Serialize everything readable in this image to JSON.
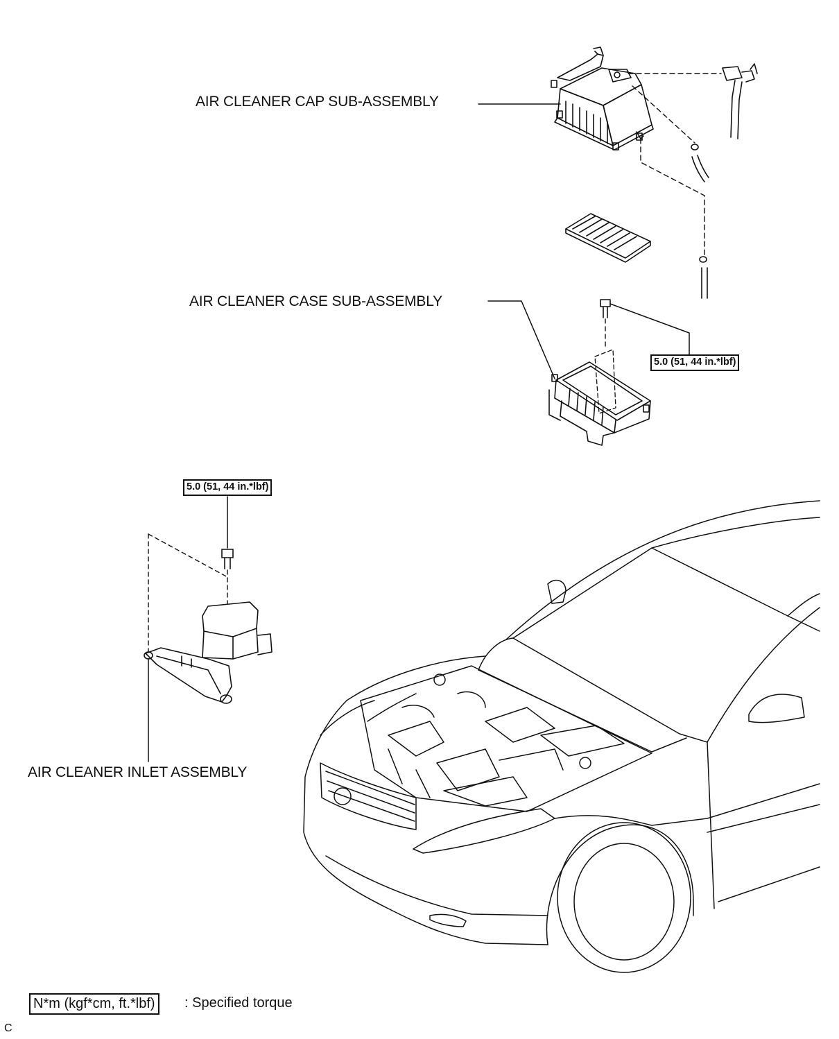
{
  "labels": {
    "cap": "AIR CLEANER CAP SUB-ASSEMBLY",
    "case": "AIR CLEANER CASE SUB-ASSEMBLY",
    "inlet": "AIR CLEANER INLET ASSEMBLY"
  },
  "torque": {
    "case_bolt": "5.0 (51, 44 in.*lbf)",
    "inlet_bolt": "5.0 (51, 44 in.*lbf)"
  },
  "legend": {
    "unit_box": "N*m (kgf*cm, ft.*lbf)",
    "description": ": Specified torque"
  },
  "corner_mark": "C"
}
